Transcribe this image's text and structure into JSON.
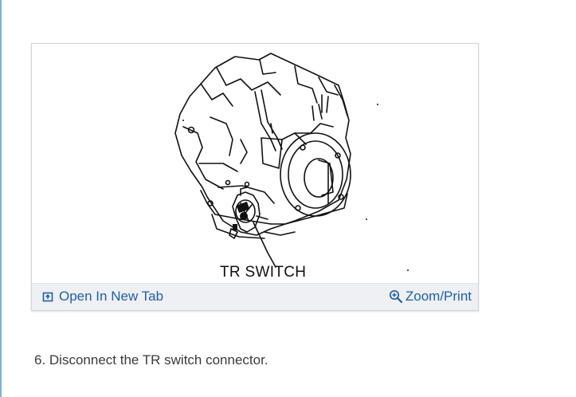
{
  "figure": {
    "label": "TR SWITCH",
    "open_tab_label": "Open In New Tab",
    "zoom_label": "Zoom/Print"
  },
  "step": {
    "text": "6. Disconnect the TR switch connector."
  },
  "icons": {
    "open_tab": "external-link-icon",
    "zoom": "zoom-in-icon"
  },
  "colors": {
    "link": "#1f5fa8",
    "toolbar_bg": "#eef0f3",
    "rule": "#7fb0d9"
  }
}
